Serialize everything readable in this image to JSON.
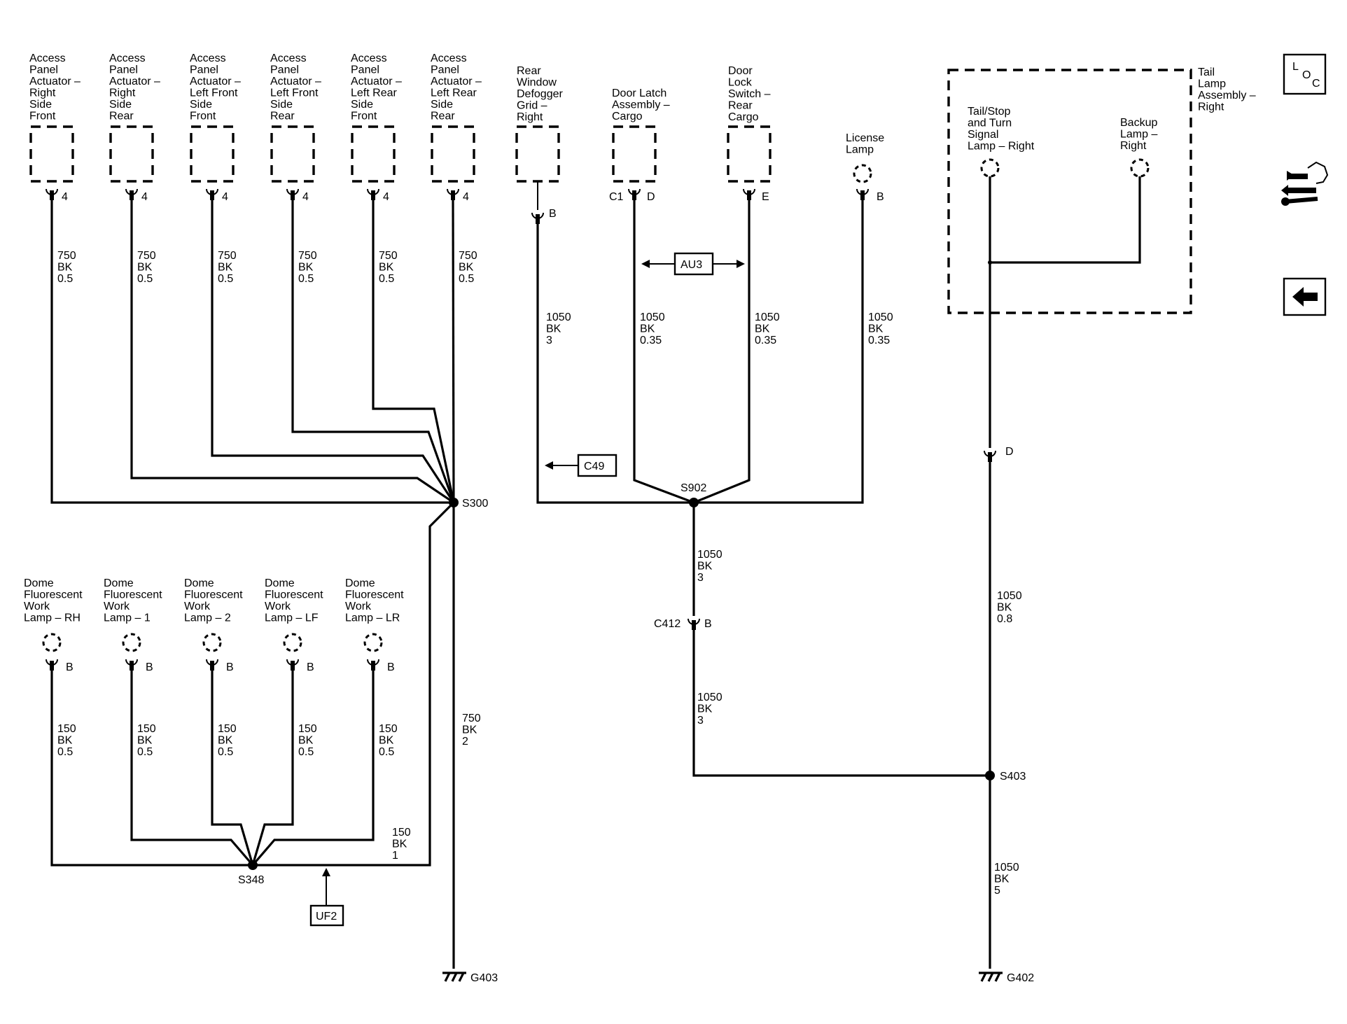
{
  "components_top": [
    {
      "id": "apa-rsf",
      "label": [
        "Access",
        "Panel",
        "Actuator –",
        "Right",
        "Side",
        "Front"
      ],
      "pin": "4",
      "wire": [
        "750",
        "BK",
        "0.5"
      ]
    },
    {
      "id": "apa-rsr",
      "label": [
        "Access",
        "Panel",
        "Actuator –",
        "Right",
        "Side",
        "Rear"
      ],
      "pin": "4",
      "wire": [
        "750",
        "BK",
        "0.5"
      ]
    },
    {
      "id": "apa-lfs",
      "label": [
        "Access",
        "Panel",
        "Actuator –",
        "Left Front",
        "Side",
        "Front"
      ],
      "pin": "4",
      "wire": [
        "750",
        "BK",
        "0.5"
      ]
    },
    {
      "id": "apa-lfsr",
      "label": [
        "Access",
        "Panel",
        "Actuator –",
        "Left Front",
        "Side",
        "Rear"
      ],
      "pin": "4",
      "wire": [
        "750",
        "BK",
        "0.5"
      ]
    },
    {
      "id": "apa-lrs",
      "label": [
        "Access",
        "Panel",
        "Actuator –",
        "Left Rear",
        "Side",
        "Front"
      ],
      "pin": "4",
      "wire": [
        "750",
        "BK",
        "0.5"
      ]
    },
    {
      "id": "apa-lrsr",
      "label": [
        "Access",
        "Panel",
        "Actuator –",
        "Left Rear",
        "Side",
        "Rear"
      ],
      "pin": "4",
      "wire": [
        "750",
        "BK",
        "0.5"
      ]
    }
  ],
  "defogger": {
    "label": [
      "Rear",
      "Window",
      "Defogger",
      "Grid –",
      "Right"
    ],
    "pin": "B",
    "wire": [
      "1050",
      "BK",
      "3"
    ]
  },
  "door_latch": {
    "label": [
      "Door Latch",
      "Assembly –",
      "Cargo"
    ],
    "conn": "C1",
    "pin": "D",
    "wire": [
      "1050",
      "BK",
      "0.35"
    ]
  },
  "door_lock": {
    "label": [
      "Door",
      "Lock",
      "Switch –",
      "Rear",
      "Cargo"
    ],
    "pin": "E",
    "wire": [
      "1050",
      "BK",
      "0.35"
    ]
  },
  "license_lamp": {
    "label": [
      "License",
      "Lamp"
    ],
    "pin": "B",
    "wire": [
      "1050",
      "BK",
      "0.35"
    ]
  },
  "tail_lamp": {
    "label": [
      "Tail",
      "Lamp",
      "Assembly –",
      "Right"
    ],
    "tail_stop": [
      "Tail/Stop",
      "and Turn",
      "Signal",
      "Lamp – Right"
    ],
    "backup": [
      "Backup",
      "Lamp –",
      "Right"
    ],
    "pin": "D",
    "wire": [
      "1050",
      "BK",
      "0.8"
    ]
  },
  "au3_label": "AU3",
  "c49_label": "C49",
  "uf2_label": "UF2",
  "splices": {
    "s300": "S300",
    "s902": "S902",
    "s348": "S348",
    "s403": "S403"
  },
  "c412": {
    "conn": "C412",
    "pin": "B"
  },
  "wires": {
    "s902_c412": [
      "1050",
      "BK",
      "3"
    ],
    "c412_s403": [
      "1050",
      "BK",
      "3"
    ],
    "s403_g402": [
      "1050",
      "BK",
      "5"
    ],
    "s300_g403": [
      "750",
      "BK",
      "2"
    ],
    "s348_s300": [
      "150",
      "BK",
      "1"
    ]
  },
  "grounds": {
    "g403": "G403",
    "g402": "G402"
  },
  "dome_lamps": [
    {
      "label": [
        "Dome",
        "Fluorescent",
        "Work",
        "Lamp – RH"
      ],
      "pin": "B",
      "wire": [
        "150",
        "BK",
        "0.5"
      ]
    },
    {
      "label": [
        "Dome",
        "Fluorescent",
        "Work",
        "Lamp – 1"
      ],
      "pin": "B",
      "wire": [
        "150",
        "BK",
        "0.5"
      ]
    },
    {
      "label": [
        "Dome",
        "Fluorescent",
        "Work",
        "Lamp – 2"
      ],
      "pin": "B",
      "wire": [
        "150",
        "BK",
        "0.5"
      ]
    },
    {
      "label": [
        "Dome",
        "Fluorescent",
        "Work",
        "Lamp – LF"
      ],
      "pin": "B",
      "wire": [
        "150",
        "BK",
        "0.5"
      ]
    },
    {
      "label": [
        "Dome",
        "Fluorescent",
        "Work",
        "Lamp – LR"
      ],
      "pin": "B",
      "wire": [
        "150",
        "BK",
        "0.5"
      ]
    }
  ],
  "nav": {
    "loc": {
      "l": "L",
      "o": "O",
      "c": "C",
      "icon": "loc-icon"
    },
    "harness_icon": "connector-wrench-icon",
    "back_icon": "back-arrow-icon"
  }
}
